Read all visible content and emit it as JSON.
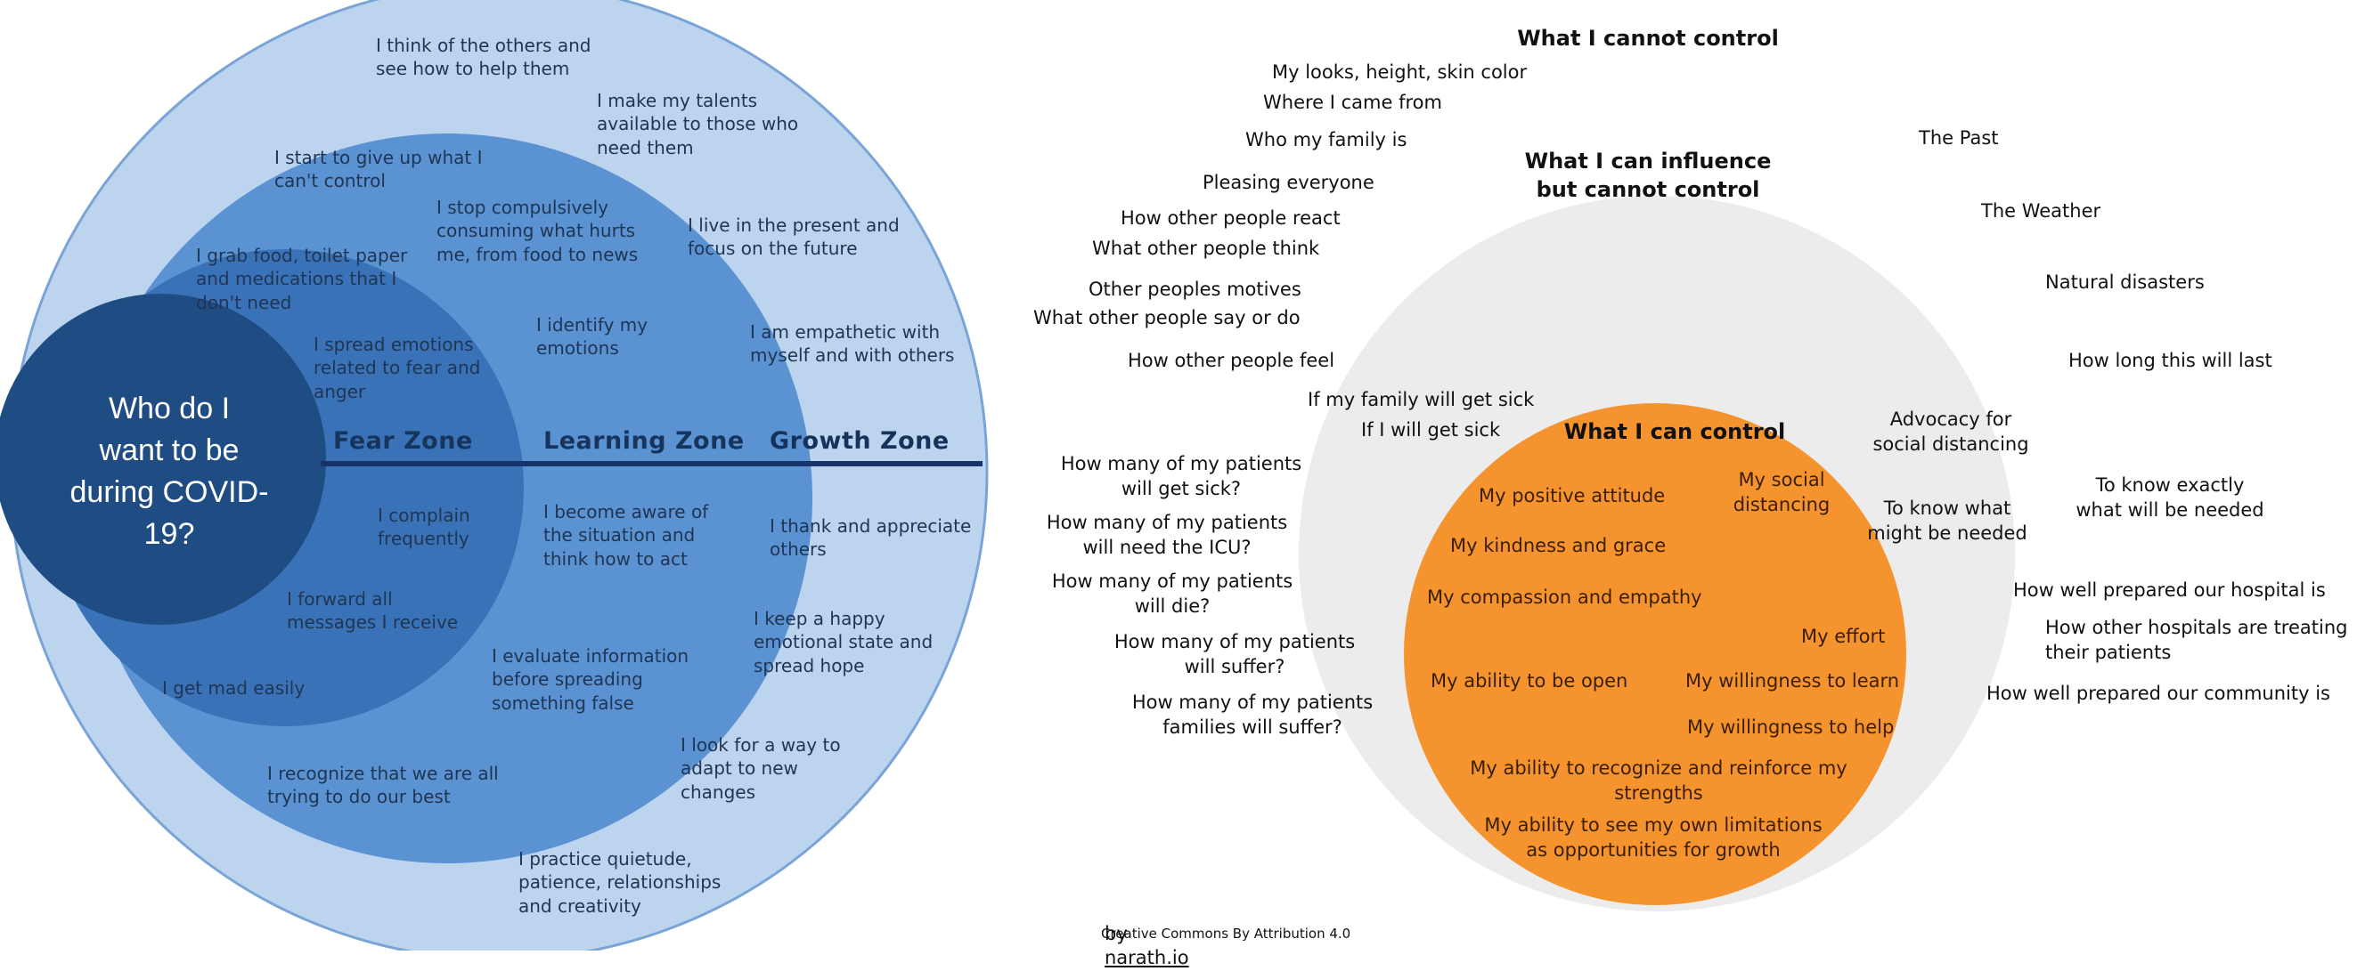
{
  "left_diagram": {
    "center_question": "Who do I\nwant to be\nduring COVID-\n19?",
    "zone_labels": {
      "fear": "Fear Zone",
      "learning": "Learning Zone",
      "growth": "Growth Zone"
    },
    "fear_zone_items": [
      "I grab food, toilet paper\nand medications that I\ndon't need",
      "I spread emotions\nrelated to fear and\nanger",
      "I complain\nfrequently",
      "I forward all\nmessages I receive",
      "I get mad easily"
    ],
    "learning_zone_items": [
      "I start to give up what I\ncan't control",
      "I stop compulsively\nconsuming what hurts\nme, from food to news",
      "I identify my\nemotions",
      "I become aware of\nthe situation and\nthink how to act",
      "I evaluate information\nbefore spreading\nsomething false",
      "I recognize that we are all\ntrying to do our best"
    ],
    "growth_zone_items": [
      "I think of the others and\nsee how to help them",
      "I make my talents\navailable to those who\nneed them",
      "I live in the present and\nfocus on the future",
      "I am empathetic with\nmyself and with others",
      "I thank and appreciate\nothers",
      "I keep a happy\nemotional state and\nspread hope",
      "I look for a way to\nadapt to new\nchanges",
      "I practice quietude,\npatience, relationships\nand creativity"
    ],
    "colors": {
      "outer": "#bcd4ee",
      "middle": "#5a92d2",
      "inner": "#3a72b8",
      "core": "#1f4d83",
      "divider": "#17346a"
    }
  },
  "right_diagram": {
    "outer_title": "What I cannot control",
    "middle_title": "What I can influence\nbut cannot control",
    "inner_title": "What I can control",
    "cannot_control_items": [
      "My looks, height, skin color",
      "Where I came from",
      "Who my family is",
      "Pleasing everyone",
      "How other people react",
      "What other people think",
      "Other peoples motives",
      "What other people say or do",
      "How other people feel",
      "How many of my patients\nwill get sick?",
      "How many of my patients\nwill need the ICU?",
      "How many of my patients\nwill die?",
      "How many of my patients\nwill suffer?",
      "How many of my patients\nfamilies will suffer?",
      "The Past",
      "The Weather",
      "Natural disasters",
      "How long this will last",
      "To know exactly\nwhat will be needed",
      "How well prepared our hospital is",
      "How other hospitals are treating\ntheir patients",
      "How well prepared our community is"
    ],
    "influence_items": [
      "If my family will get sick",
      "If I will get sick",
      "Advocacy for\nsocial distancing",
      "To know what\nmight be needed"
    ],
    "control_items": [
      "My positive attitude",
      "My social\ndistancing",
      "My kindness and grace",
      "My compassion and empathy",
      "My effort",
      "My ability to be open",
      "My willingness to learn",
      "My willingness to help",
      "My ability to recognize and reinforce my\nstrengths",
      "My ability to see my own limitations\nas opportunities for growth"
    ],
    "colors": {
      "middle_circle": "#ececec",
      "inner_circle": "#f5932e"
    }
  },
  "footer": {
    "by_prefix": "by",
    "author": "narath.io",
    "license": "Creative Commons  By Attribution 4.0"
  }
}
